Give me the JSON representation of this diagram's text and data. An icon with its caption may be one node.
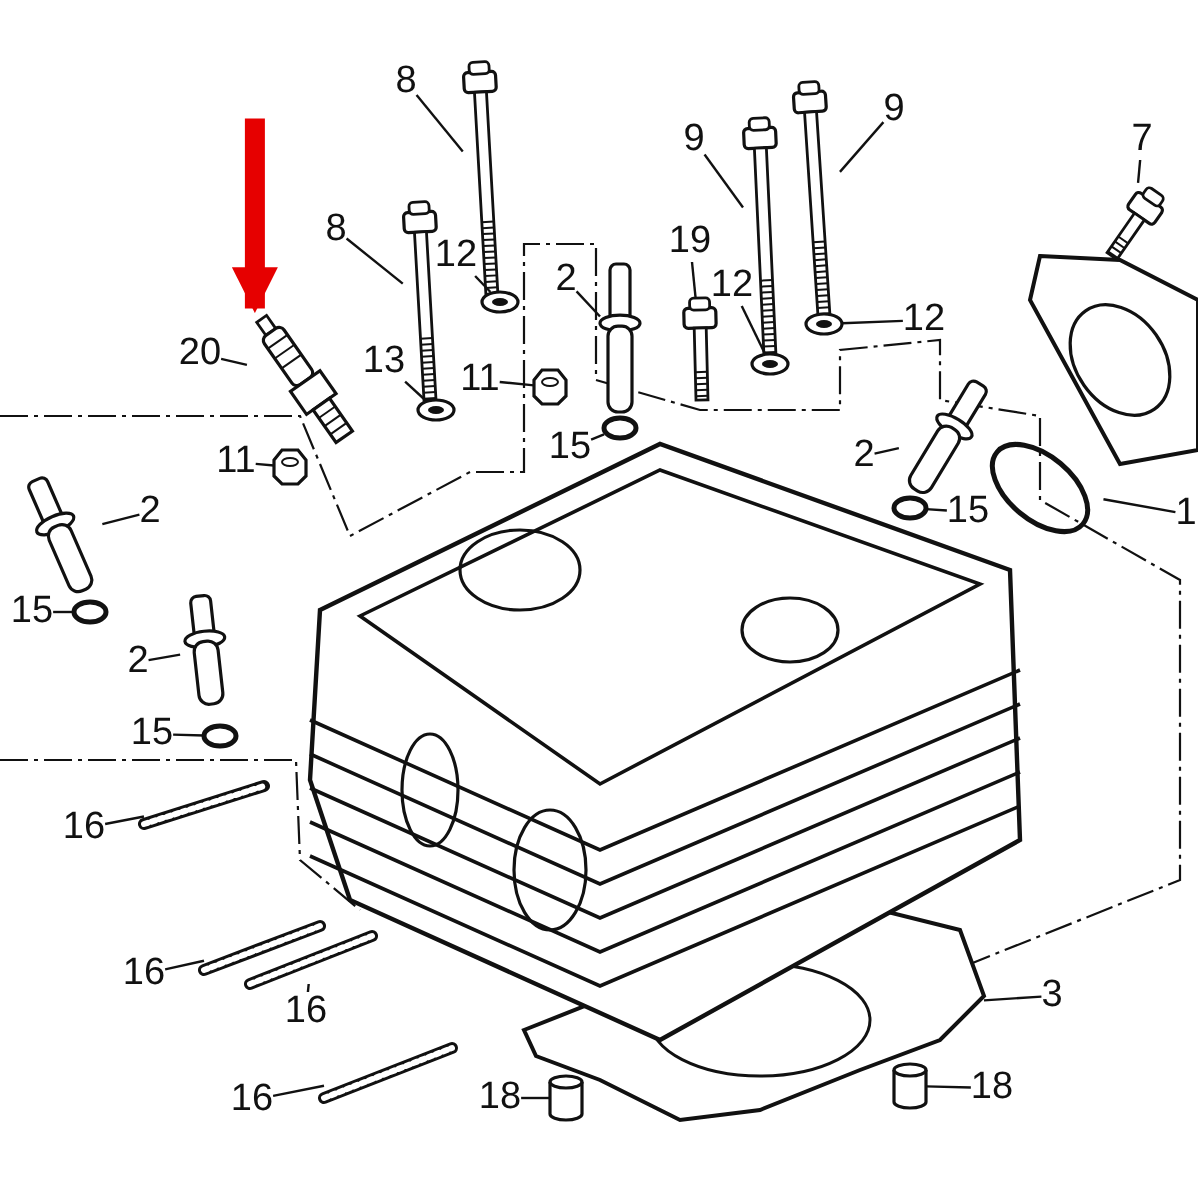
{
  "diagram": {
    "nodes": [
      {
        "text": [
          "8"
        ]
      },
      {
        "text": [
          "9"
        ]
      },
      {
        "text": [
          "9"
        ]
      },
      {
        "text": [
          "7"
        ]
      },
      {
        "text": [
          "8"
        ]
      },
      {
        "text": [
          "19"
        ]
      },
      {
        "text": [
          "2"
        ]
      },
      {
        "text": [
          "12"
        ]
      },
      {
        "text": [
          "12"
        ]
      },
      {
        "text": [
          "12"
        ]
      },
      {
        "text": [
          "20"
        ]
      },
      {
        "text": [],
        "shape": "picture"
      },
      {
        "text": [
          "13"
        ]
      },
      {
        "text": [
          "11"
        ]
      },
      {
        "text": [
          "15"
        ]
      },
      {
        "text": [
          "2"
        ]
      },
      {
        "text": [
          "11"
        ]
      },
      {
        "text": [
          "2"
        ]
      },
      {
        "text": [
          "15"
        ]
      },
      {
        "text": [
          "1"
        ]
      },
      {
        "text": [
          "15"
        ]
      },
      {
        "text": [
          "2"
        ]
      },
      {
        "text": [
          "15"
        ]
      },
      {
        "text": [
          "16"
        ]
      },
      {
        "text": [
          "16"
        ]
      },
      {
        "text": [
          "3"
        ]
      },
      {
        "text": [
          "16"
        ]
      },
      {
        "text": [
          "18"
        ]
      },
      {
        "text": [
          "16"
        ]
      },
      {
        "text": [
          "18"
        ]
      },
      {
        "text": [],
        "shape": "picture"
      },
      {
        "text": [],
        "shape": "picture"
      },
      {
        "text": [],
        "shape": "picture"
      },
      {
        "text": [],
        "shape": "picture"
      },
      {
        "text": [],
        "shape": "picture"
      },
      {
        "text": [],
        "shape": "picture"
      },
      {
        "text": [],
        "shape": "picture"
      },
      {
        "text": [],
        "shape": "picture"
      },
      {
        "text": [],
        "shape": "picture"
      },
      {
        "text": [],
        "shape": "picture"
      },
      {
        "text": [],
        "shape": "picture"
      },
      {
        "text": [],
        "shape": "picture"
      },
      {
        "text": [],
        "shape": "circle"
      },
      {
        "text": [],
        "shape": "picture"
      },
      {
        "text": [],
        "shape": "picture"
      },
      {
        "text": [],
        "shape": "picture"
      },
      {
        "text": [],
        "shape": "circle"
      },
      {
        "text": [],
        "shape": "circle"
      },
      {
        "text": [],
        "shape": "circle"
      },
      {
        "text": [],
        "shape": "picture"
      },
      {
        "text": [],
        "shape": "circle"
      },
      {
        "text": [],
        "shape": "picture"
      },
      {
        "text": [],
        "shape": "picture"
      },
      {
        "text": [],
        "shape": "picture"
      },
      {
        "text": [],
        "shape": "picture"
      },
      {
        "text": [],
        "shape": "cylinder"
      },
      {
        "text": [],
        "shape": "picture"
      },
      {
        "text": [],
        "shape": "cylinder"
      },
      {
        "text": [],
        "shape": "picture"
      }
    ],
    "edges": [
      {
        "from": 0,
        "to": 30,
        "arrow": "none"
      },
      {
        "from": 1,
        "to": 31,
        "arrow": "none"
      },
      {
        "from": 2,
        "to": 32,
        "arrow": "none"
      },
      {
        "from": 3,
        "to": 33,
        "arrow": "none"
      },
      {
        "from": 4,
        "to": 34,
        "arrow": "none"
      },
      {
        "from": 5,
        "to": 35,
        "arrow": "none"
      },
      {
        "from": 6,
        "to": 36,
        "arrow": "none"
      },
      {
        "from": 7,
        "to": 37,
        "arrow": "none"
      },
      {
        "from": 8,
        "to": 38,
        "arrow": "none"
      },
      {
        "from": 9,
        "to": 39,
        "arrow": "none"
      },
      {
        "from": 10,
        "to": 11,
        "arrow": "none"
      },
      {
        "from": 12,
        "to": 40,
        "arrow": "none"
      },
      {
        "from": 13,
        "to": 41,
        "arrow": "none"
      },
      {
        "from": 14,
        "to": 42,
        "arrow": "none"
      },
      {
        "from": 15,
        "to": 43,
        "arrow": "none"
      },
      {
        "from": 16,
        "to": 44,
        "arrow": "none"
      },
      {
        "from": 17,
        "to": 45,
        "arrow": "none"
      },
      {
        "from": 18,
        "to": 46,
        "arrow": "none"
      },
      {
        "from": 19,
        "to": 47,
        "arrow": "none"
      },
      {
        "from": 20,
        "to": 48,
        "arrow": "none"
      },
      {
        "from": 21,
        "to": 49,
        "arrow": "none"
      },
      {
        "from": 22,
        "to": 50,
        "arrow": "none"
      },
      {
        "from": 23,
        "to": 51,
        "arrow": "none"
      },
      {
        "from": 24,
        "to": 52,
        "arrow": "none"
      },
      {
        "from": 25,
        "to": 53,
        "arrow": "none"
      },
      {
        "from": 26,
        "to": 54,
        "arrow": "none"
      },
      {
        "from": 27,
        "to": 57,
        "arrow": "none"
      },
      {
        "from": 28,
        "to": 56,
        "arrow": "none"
      },
      {
        "from": 29,
        "to": 55,
        "arrow": "none"
      },
      {
        "from": null,
        "to": 11,
        "arrow": "to",
        "style": "thick",
        "color": "#e60000"
      }
    ]
  }
}
